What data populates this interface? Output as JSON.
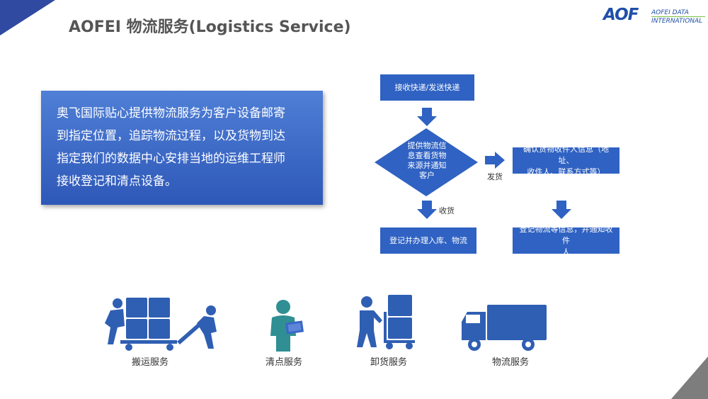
{
  "header": {
    "title": "AOFEI 物流服务(Logistics Service)",
    "logo": {
      "mark": "AOF",
      "line1": "AOFEI DATA",
      "line2": "INTERNATIONAL"
    }
  },
  "description": {
    "lines": [
      "奥飞国际贴心提供物流服务为客户设备邮寄",
      "到指定位置，追踪物流过程，以及货物到达",
      "指定我们的数据中心安排当地的运维工程师",
      "接收登记和清点设备。"
    ]
  },
  "flow": {
    "start": "接收快递/发送快递",
    "decision": [
      "提供物流信",
      "息查看货物",
      "来源并通知",
      "客户"
    ],
    "right_box": [
      "确认货物收件人信息（地址、",
      "收件人、联系方式等）"
    ],
    "bottom_left": "登记并办理入库、物流",
    "bottom_right": [
      "登记物流等信息，并通知收件",
      "人"
    ],
    "label_ship": "发货",
    "label_receive": "收货"
  },
  "services": [
    {
      "label": "搬运服务",
      "icon": "moving-workers-icon"
    },
    {
      "label": "清点服务",
      "icon": "inventory-worker-icon"
    },
    {
      "label": "卸货服务",
      "icon": "unloading-worker-icon"
    },
    {
      "label": "物流服务",
      "icon": "truck-icon"
    }
  ],
  "colors": {
    "primary": "#2f62c2",
    "accent": "#1f4fa8",
    "corner_dark": "#2f4aa0",
    "corner_gray": "#7d7d7d"
  }
}
